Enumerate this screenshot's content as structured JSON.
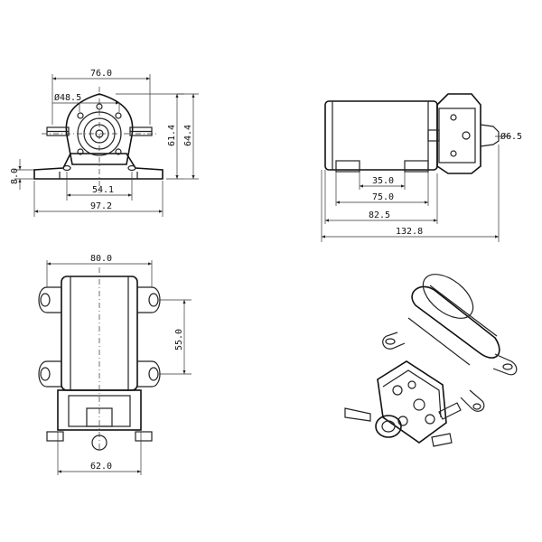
{
  "drawing": {
    "front_view": {
      "overall_width": "76.0",
      "port_diameter": "Ø48.5",
      "height_to_port": "61.4",
      "overall_height": "64.4",
      "flange_thickness": "8.0",
      "mount_spacing": "54.1",
      "overall_base_width": "97.2"
    },
    "side_view": {
      "outlet_diameter": "Ø6.5",
      "mount_span": "35.0",
      "mount_span_outer": "75.0",
      "motor_length": "82.5",
      "overall_length": "132.8"
    },
    "top_view": {
      "body_width": "80.0",
      "mount_hole_spacing": "55.0",
      "head_width": "62.0"
    }
  }
}
